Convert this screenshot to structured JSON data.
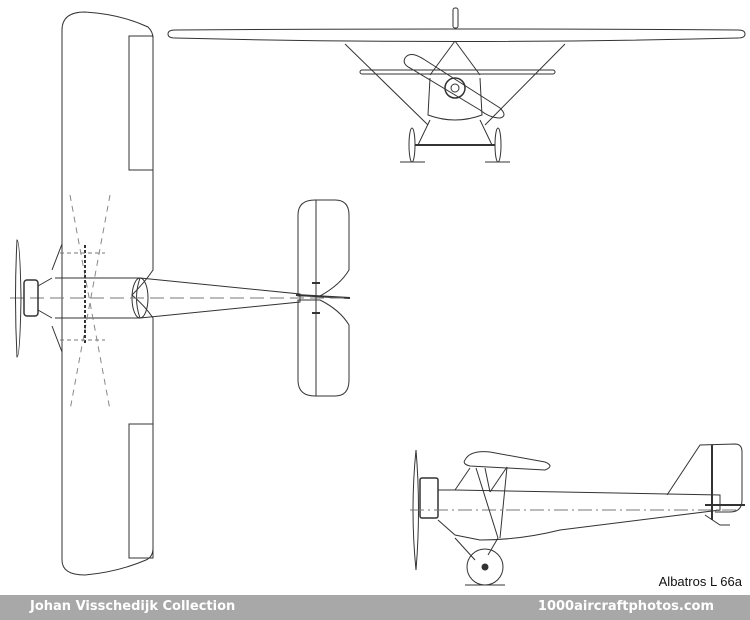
{
  "drawing": {
    "title": "Albatros L 66a",
    "views": [
      "top-view",
      "front-view",
      "side-view"
    ],
    "line_color": "#333333"
  },
  "footer": {
    "left": "Johan Visschedijk Collection",
    "right": "1000aircraftphotos.com",
    "background": "#a8a8a8"
  }
}
